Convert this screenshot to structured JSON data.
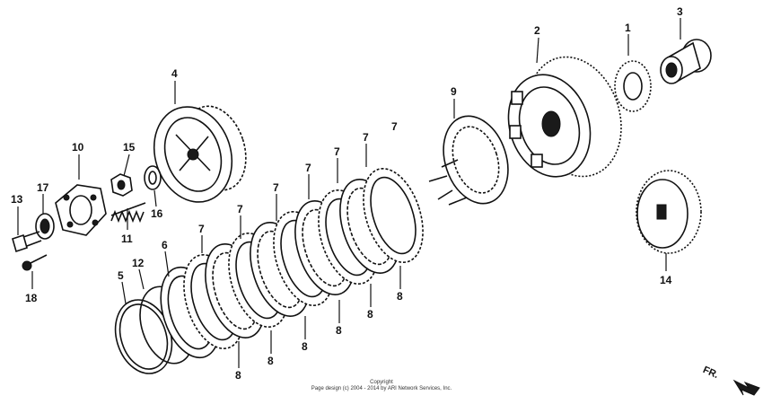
{
  "callouts": {
    "c1": "1",
    "c2": "2",
    "c3": "3",
    "c4": "4",
    "c5": "5",
    "c6": "6",
    "c7a": "7",
    "c7b": "7",
    "c7c": "7",
    "c7d": "7",
    "c7e": "7",
    "c7f": "7",
    "c7g": "7",
    "c8a": "8",
    "c8b": "8",
    "c8c": "8",
    "c8d": "8",
    "c8e": "8",
    "c8f": "8",
    "c9": "9",
    "c10": "10",
    "c11": "11",
    "c12": "12",
    "c13": "13",
    "c14": "14",
    "c15": "15",
    "c16": "16",
    "c17": "17",
    "c18": "18"
  },
  "copyright": {
    "line1": "Copyright",
    "line2": "Page design (c) 2004 - 2014 by ARI Network Services, Inc."
  },
  "direction_label": "FR."
}
